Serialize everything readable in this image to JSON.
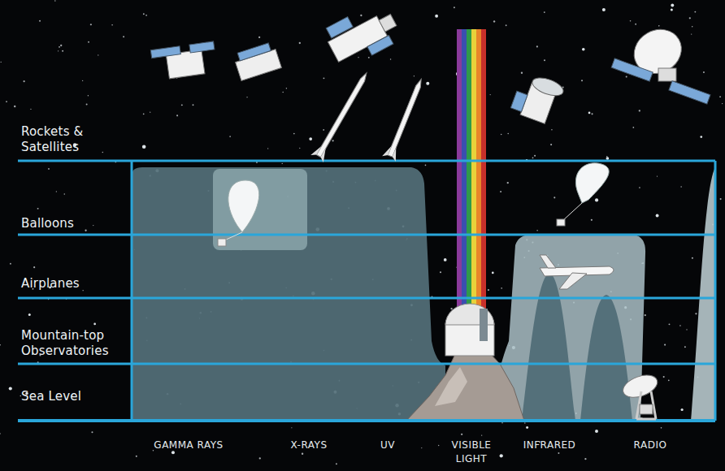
{
  "diagram": {
    "nodes": [
      {
        "text": [
          "Rockets & Satellites"
        ]
      },
      {
        "text": [
          "Balloons"
        ]
      },
      {
        "text": [
          "Airplanes"
        ]
      },
      {
        "text": [
          "Mountain-top Observatories"
        ]
      },
      {
        "text": [
          "Sea Level"
        ]
      }
    ],
    "labels": [
      "GAMMA RAYS",
      "X-RAYS",
      "UV",
      "VISIBLE LIGHT",
      "INFRARED",
      "RADIO"
    ]
  }
}
